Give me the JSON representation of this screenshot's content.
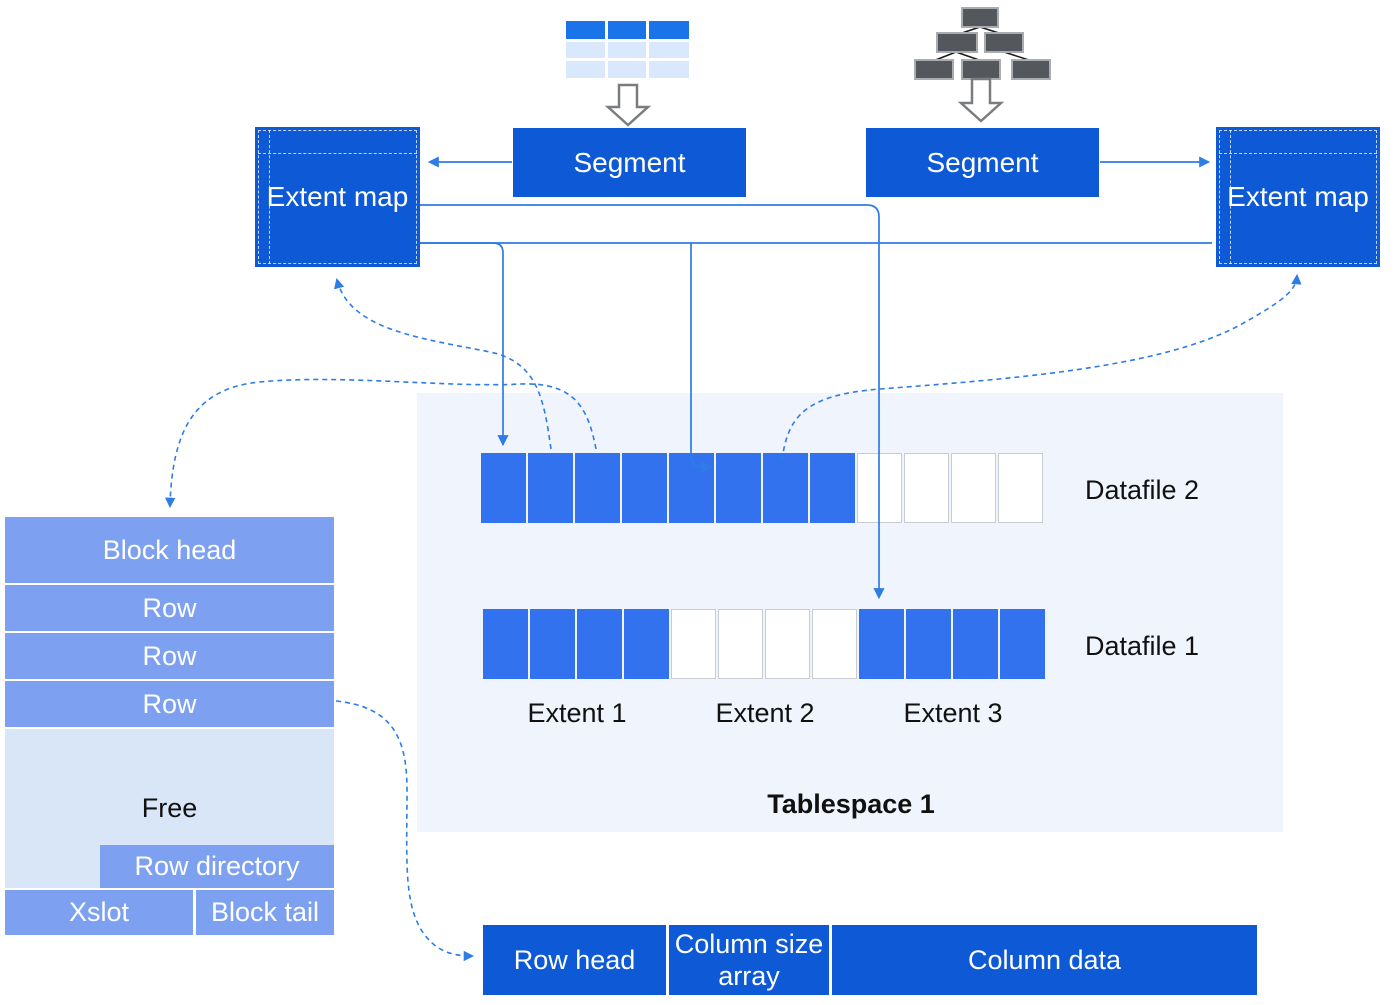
{
  "colors": {
    "primary_blue": "#0d59d6",
    "cell_blue": "#3372ee",
    "row_blue": "#7da1f0",
    "light_blue": "#d9e6f8",
    "tablespace_bg": "#f0f4fc",
    "connector_blue": "#2e7ce6",
    "icon_gray": "#54575b",
    "table_icon_header_blue": "#1a73e8",
    "table_icon_body_blue": "#d9e8fc"
  },
  "icons": {
    "table_icon": "table-icon",
    "index_tree_icon": "index-tree-icon",
    "down_arrow_left": "down-arrow-icon",
    "down_arrow_right": "down-arrow-icon"
  },
  "segments": {
    "left": "Segment",
    "right": "Segment"
  },
  "extent_maps": {
    "left": "Extent map",
    "right": "Extent map"
  },
  "tablespace": {
    "title": "Tablespace 1",
    "datafiles": [
      {
        "label": "Datafile 2",
        "cells": [
          "filled",
          "filled",
          "filled",
          "filled",
          "filled",
          "filled",
          "filled",
          "filled",
          "empty",
          "empty",
          "empty",
          "empty"
        ]
      },
      {
        "label": "Datafile 1",
        "cells": [
          "filled",
          "filled",
          "filled",
          "filled",
          "empty",
          "empty",
          "empty",
          "empty",
          "filled",
          "filled",
          "filled",
          "filled"
        ]
      }
    ],
    "extent_labels": [
      "Extent 1",
      "Extent 2",
      "Extent 3"
    ]
  },
  "block": {
    "head": "Block head",
    "rows": [
      "Row",
      "Row",
      "Row"
    ],
    "free": "Free",
    "row_directory": "Row directory",
    "xslot": "Xslot",
    "block_tail": "Block tail"
  },
  "row_structure": {
    "row_head": "Row head",
    "column_size_array": "Column size array",
    "column_data": "Column data"
  }
}
